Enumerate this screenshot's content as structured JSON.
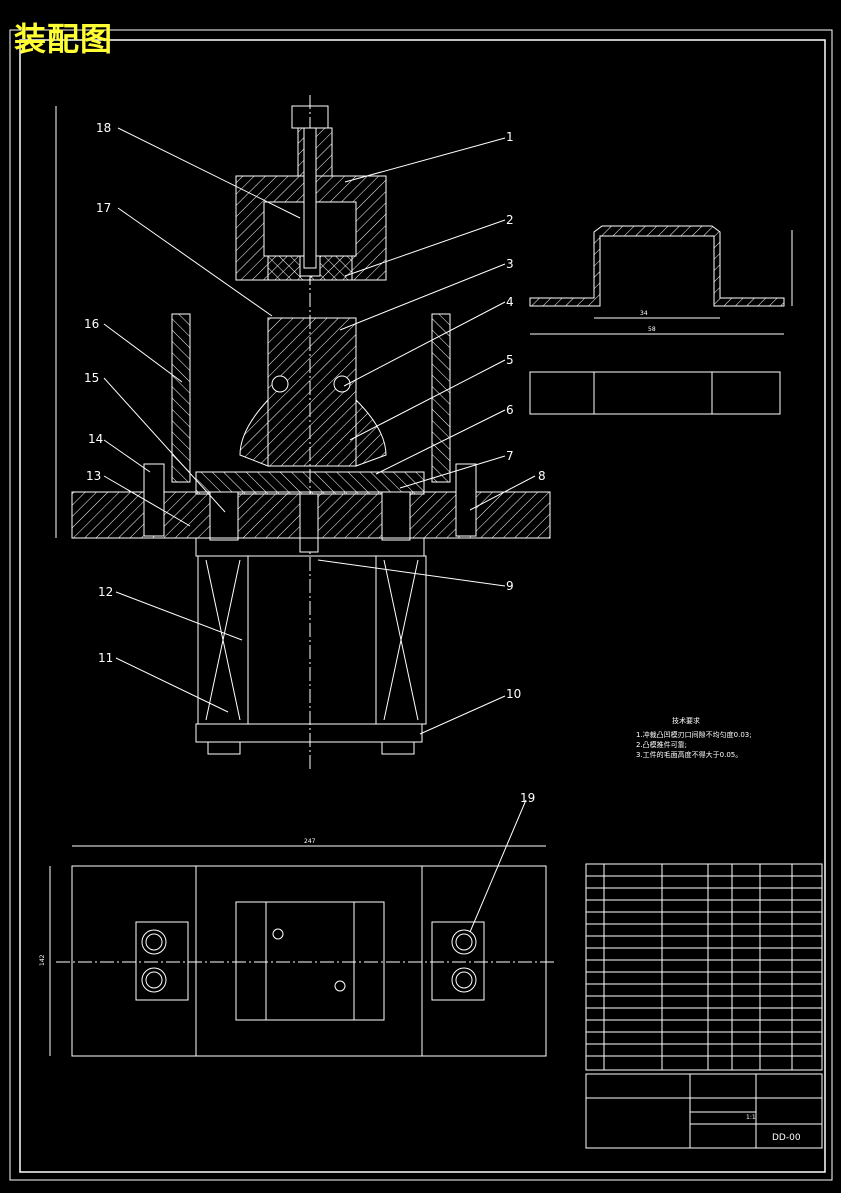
{
  "drawing": {
    "title": "装配图",
    "part_labels": [
      "1",
      "2",
      "3",
      "4",
      "5",
      "6",
      "7",
      "8",
      "9",
      "10",
      "11",
      "12",
      "13",
      "14",
      "15",
      "16",
      "17",
      "18",
      "19"
    ],
    "dim_overall_width": "247",
    "dim_plan_height": "142",
    "dim_part_width": "58",
    "dim_part_inner": "34",
    "tech_requirements": {
      "heading": "技术要求",
      "items": [
        "1.冲裁凸凹模刃口间隙不均匀度0.03;",
        "2.凸模推件可靠;",
        "3.工件的毛面高度不得大于0.05。"
      ]
    },
    "drawing_number": "DD-00",
    "scale": "1:1",
    "colors": {
      "background": "#000000",
      "line": "#ffffff",
      "title": "#ffff33"
    }
  }
}
